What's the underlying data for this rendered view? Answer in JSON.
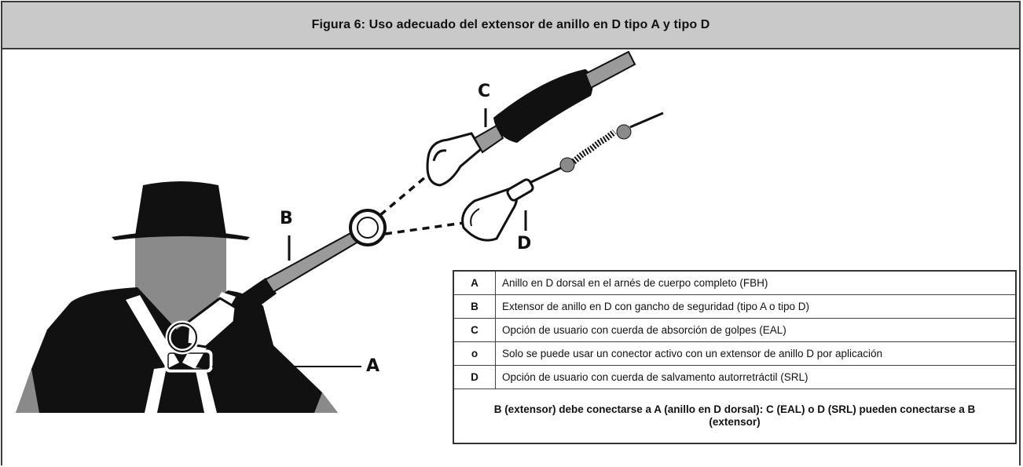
{
  "figure": {
    "title": "Figura 6: Uso adecuado del extensor de anillo en D tipo A y tipo D"
  },
  "callouts": {
    "a": "A",
    "b": "B",
    "c": "C",
    "d": "D"
  },
  "legend": {
    "rows": [
      {
        "key": "A",
        "text": "Anillo en D dorsal en el arnés de cuerpo completo (FBH)"
      },
      {
        "key": "B",
        "text": "Extensor de anillo en D con gancho de seguridad (tipo A o tipo D)"
      },
      {
        "key": "C",
        "text": "Opción de usuario con cuerda de absorción de golpes (EAL)"
      },
      {
        "key": "o",
        "text": "Solo se puede usar un conector activo con un extensor de anillo D por aplicación"
      },
      {
        "key": "D",
        "text": "Opción de usuario con cuerda de salvamento autorretráctil (SRL)"
      }
    ],
    "note": "B (extensor) debe conectarse a A (anillo en D dorsal): C (EAL) o D (SRL) pueden conectarse a B (extensor)"
  },
  "colors": {
    "header_bg": "#c9c9c9",
    "silhouette_head": "#8a8a8a",
    "silhouette_shirt": "#111111",
    "harness_webbing": "#ffffff",
    "extender_tube": "#9a9a9a"
  },
  "icons": [
    "worker-silhouette",
    "d-ring-extender",
    "snap-hook",
    "shock-absorbing-lanyard",
    "carabiner",
    "self-retracting-lifeline"
  ]
}
